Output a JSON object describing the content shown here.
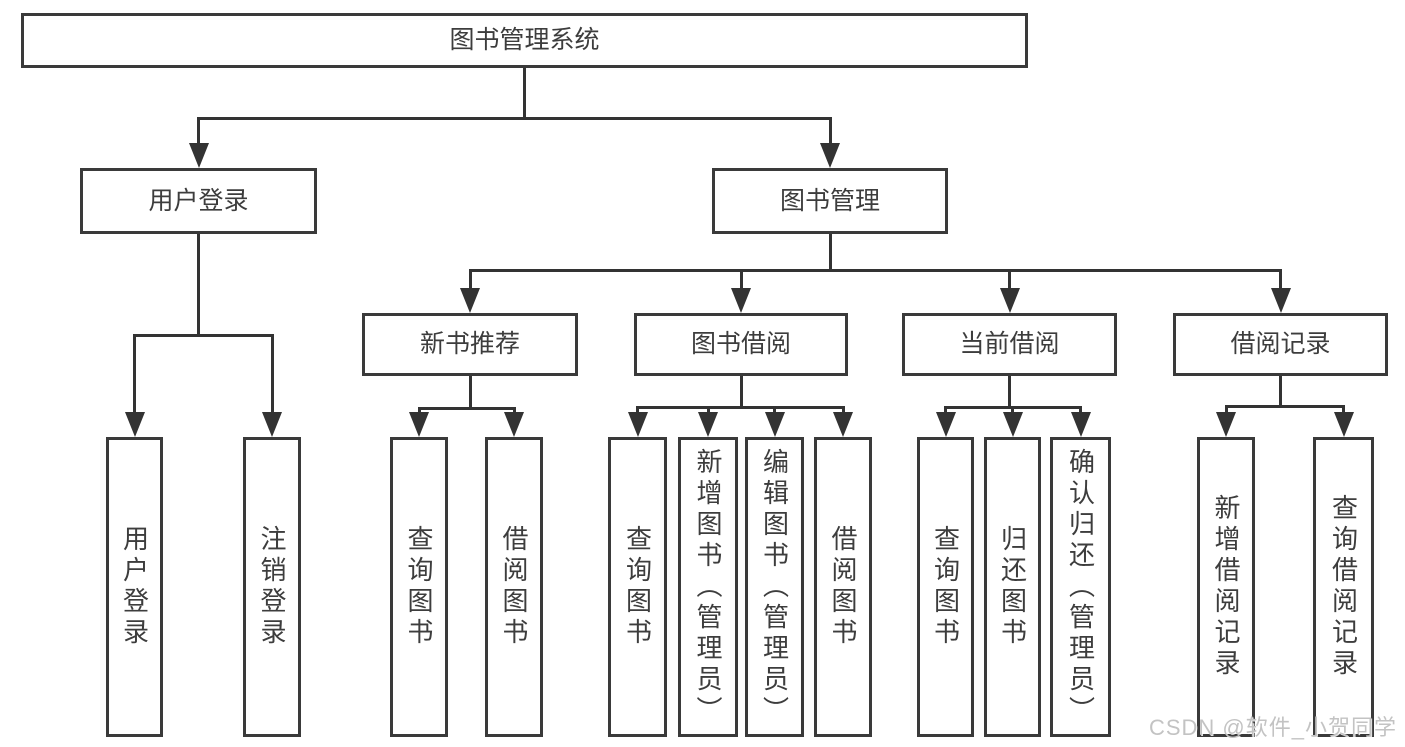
{
  "diagram": {
    "colors": {
      "line": "#333333",
      "border": "#3a3a3a",
      "box_bg": "#ffffff",
      "text": "#3d3d3d"
    },
    "tree": {
      "id": "library-system",
      "label": "图书管理系统",
      "children": [
        {
          "id": "user-login",
          "label": "用户登录",
          "children": [
            {
              "id": "login",
              "label": "用户登录"
            },
            {
              "id": "logout",
              "label": "注销登录"
            }
          ]
        },
        {
          "id": "book-management",
          "label": "图书管理",
          "children": [
            {
              "id": "new-book-recommend",
              "label": "新书推荐",
              "children": [
                {
                  "id": "recommend-query-books",
                  "label": "查询图书"
                },
                {
                  "id": "recommend-borrow-books",
                  "label": "借阅图书"
                }
              ]
            },
            {
              "id": "book-borrow",
              "label": "图书借阅",
              "children": [
                {
                  "id": "borrow-query-books",
                  "label": "查询图书"
                },
                {
                  "id": "borrow-add-books-admin",
                  "label": "新增图书（管理员）"
                },
                {
                  "id": "borrow-edit-books-admin",
                  "label": "编辑图书（管理员）"
                },
                {
                  "id": "borrow-borrow-books",
                  "label": "借阅图书"
                }
              ]
            },
            {
              "id": "current-borrow",
              "label": "当前借阅",
              "children": [
                {
                  "id": "current-query-books",
                  "label": "查询图书"
                },
                {
                  "id": "current-return-books",
                  "label": "归还图书"
                },
                {
                  "id": "current-confirm-return-admin",
                  "label": "确认归还（管理员）"
                }
              ]
            },
            {
              "id": "borrow-records",
              "label": "借阅记录",
              "children": [
                {
                  "id": "records-add-record",
                  "label": "新增借阅记录"
                },
                {
                  "id": "records-query-record",
                  "label": "查询借阅记录"
                }
              ]
            }
          ]
        }
      ]
    },
    "watermark": {
      "text": "CSDN @软件_小贺同学",
      "color": "#c3c3c3"
    }
  }
}
